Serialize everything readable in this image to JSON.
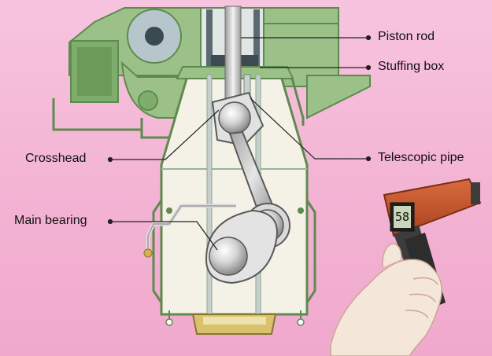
{
  "labels": {
    "piston_rod": "Piston rod",
    "stuffing_box": "Stuffing box",
    "crosshead": "Crosshead",
    "telescopic_pipe": "Telescopic pipe",
    "main_bearing": "Main bearing"
  },
  "thermometer": {
    "reading": "58"
  },
  "colors": {
    "background": "#f5b9d8",
    "engine_frame": "#9bc188",
    "engine_frame_dark": "#5f8a4f",
    "crankcase_fill": "#f4f1e6",
    "bearing_metal": "#c9c9c9",
    "thermometer_body": "#c85a32",
    "thermometer_grip": "#3c3c3c",
    "skin": "#f5e6da"
  },
  "icons": {
    "thermometer": "infrared-thermometer-icon",
    "hand": "hand-icon"
  }
}
